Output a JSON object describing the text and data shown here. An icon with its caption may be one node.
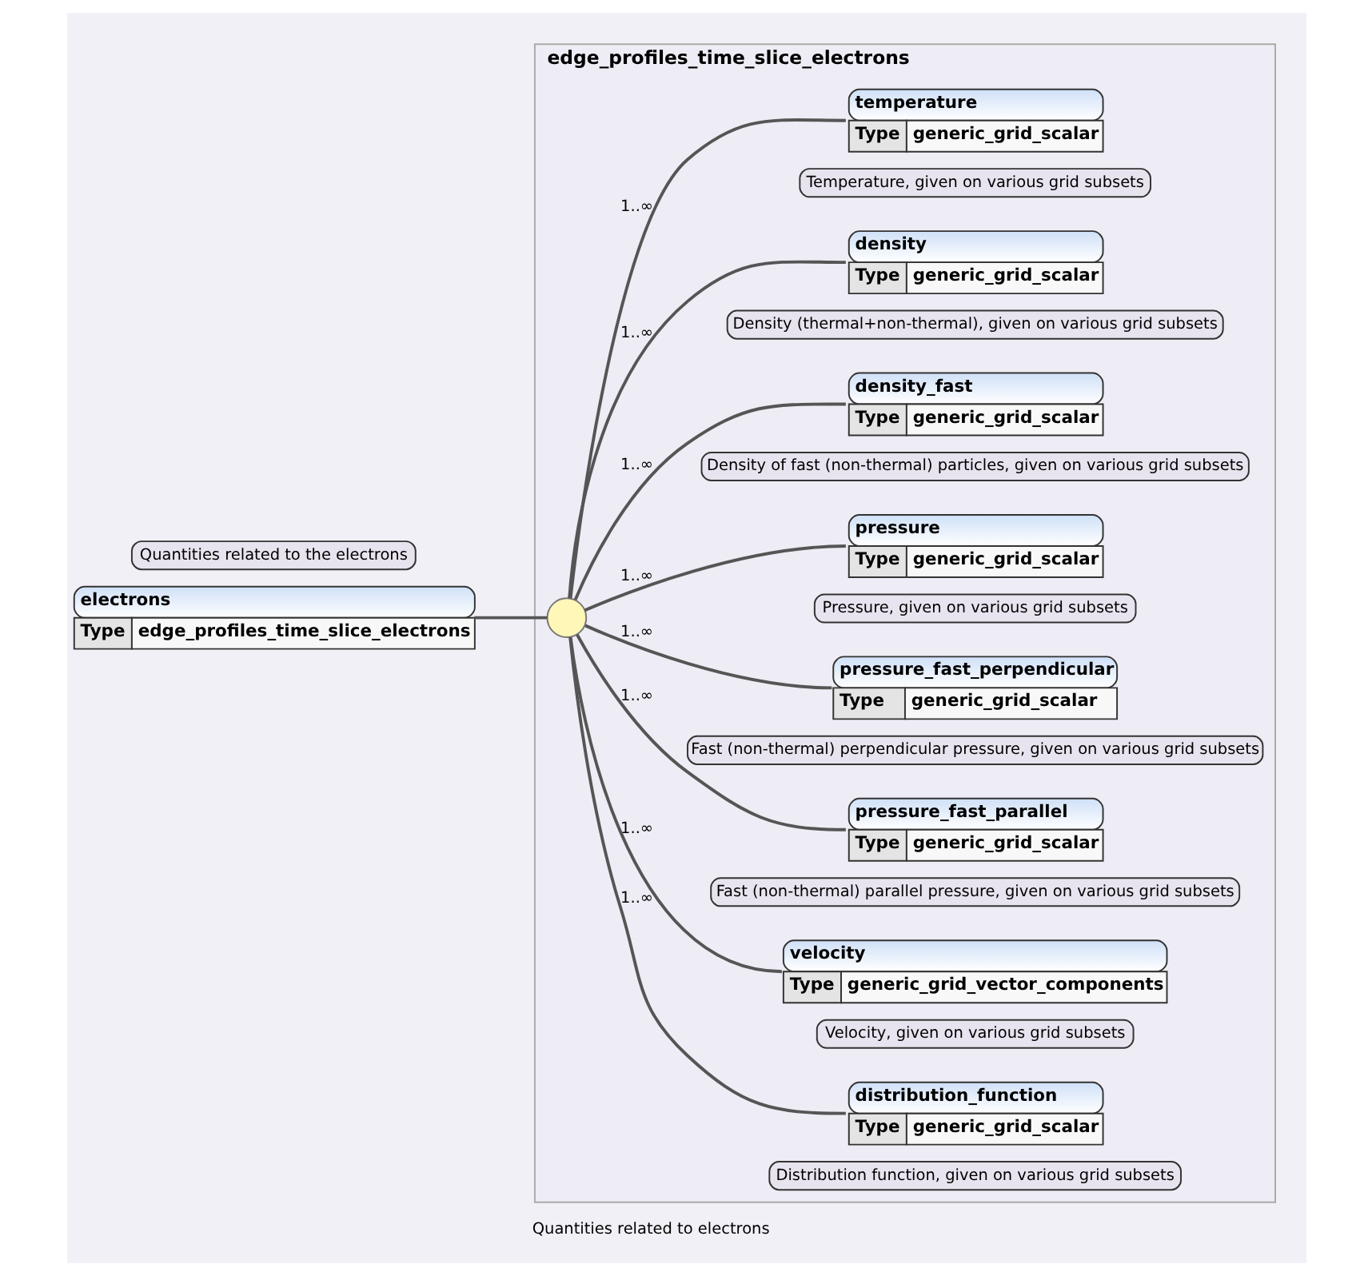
{
  "diagram": {
    "nodes": [
      {
        "text": [
          "electrons",
          "Type",
          "edge_profiles_time_slice_electrons"
        ],
        "beside": [
          "Quantities related to the electrons"
        ]
      },
      {
        "text": [
          "edge_profiles_time_slice_electrons"
        ],
        "beside": [
          "Quantities related to electrons"
        ]
      },
      {
        "text": [],
        "shape": "circle",
        "in": 1
      },
      {
        "text": [
          "temperature",
          "Type",
          "generic_grid_scalar"
        ],
        "beside": [
          "Temperature, given on various grid subsets"
        ],
        "in": 1
      },
      {
        "text": [
          "density",
          "Type",
          "generic_grid_scalar"
        ],
        "beside": [
          "Density (thermal+non-thermal), given on various grid subsets"
        ],
        "in": 1
      },
      {
        "text": [
          "density_fast",
          "Type",
          "generic_grid_scalar"
        ],
        "beside": [
          "Density of fast (non-thermal) particles, given on various grid subsets"
        ],
        "in": 1
      },
      {
        "text": [
          "pressure",
          "Type",
          "generic_grid_scalar"
        ],
        "beside": [
          "Pressure, given on various grid subsets"
        ],
        "in": 1
      },
      {
        "text": [
          "pressure_fast_perpendicular",
          "Type",
          "generic_grid_scalar"
        ],
        "beside": [
          "Fast (non-thermal) perpendicular pressure, given on various grid subsets"
        ],
        "in": 1
      },
      {
        "text": [
          "pressure_fast_parallel",
          "Type",
          "generic_grid_scalar"
        ],
        "beside": [
          "Fast (non-thermal) parallel pressure, given on various grid subsets"
        ],
        "in": 1
      },
      {
        "text": [
          "velocity",
          "Type",
          "generic_grid_vector_components"
        ],
        "beside": [
          "Velocity, given on various grid subsets"
        ],
        "in": 1
      },
      {
        "text": [
          "distribution_function",
          "Type",
          "generic_grid_scalar"
        ],
        "beside": [
          "Distribution function, given on various grid subsets"
        ],
        "in": 1
      }
    ],
    "edges": [
      {
        "from": 0,
        "to": 2,
        "arrow": "none"
      },
      {
        "from": 2,
        "to": 3,
        "arrow": "none",
        "label": "1..∞"
      },
      {
        "from": 2,
        "to": 4,
        "arrow": "none",
        "label": "1..∞"
      },
      {
        "from": 2,
        "to": 5,
        "arrow": "none",
        "label": "1..∞"
      },
      {
        "from": 2,
        "to": 6,
        "arrow": "none",
        "label": "1..∞"
      },
      {
        "from": 2,
        "to": 7,
        "arrow": "none",
        "label": "1..∞"
      },
      {
        "from": 2,
        "to": 8,
        "arrow": "none",
        "label": "1..∞"
      },
      {
        "from": 2,
        "to": 9,
        "arrow": "none",
        "label": "1..∞"
      },
      {
        "from": 2,
        "to": 10,
        "arrow": "none",
        "label": "1..∞"
      }
    ]
  }
}
